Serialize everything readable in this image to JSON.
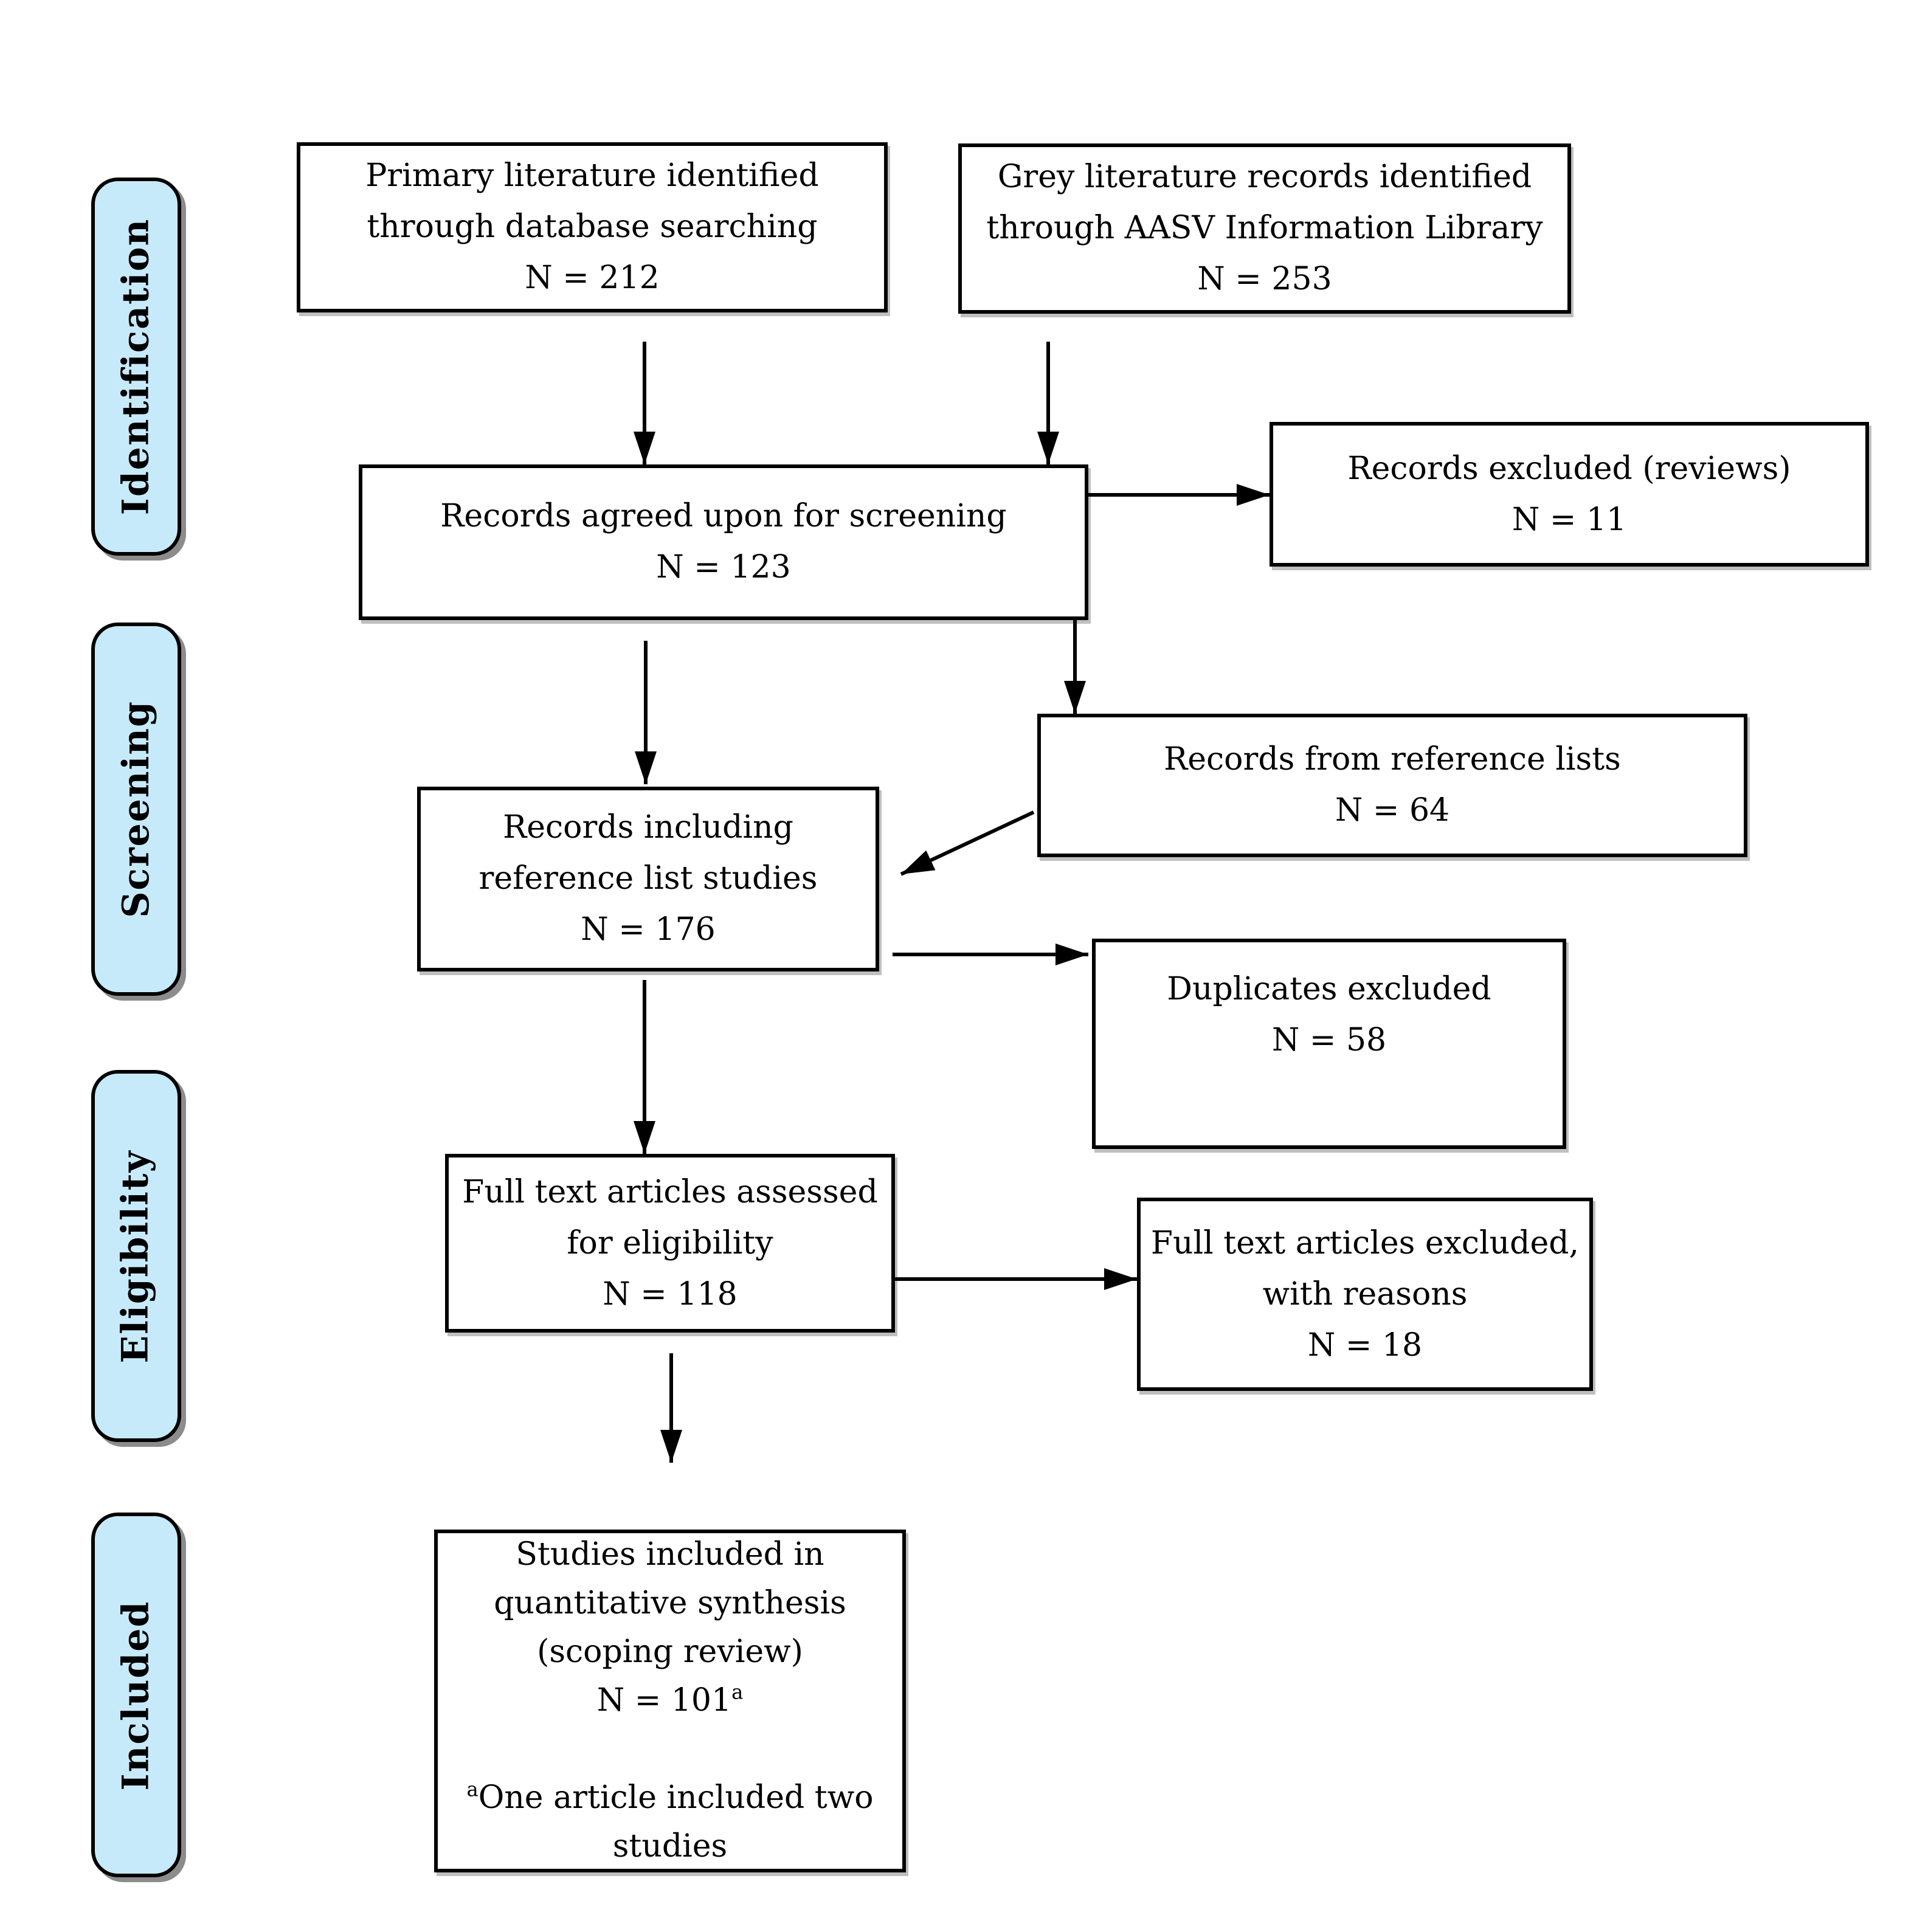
{
  "stages": [
    {
      "label": "Identification"
    },
    {
      "label": "Screening"
    },
    {
      "label": "Eligibility"
    },
    {
      "label": "Included"
    }
  ],
  "boxes": {
    "primary": {
      "lines": [
        "Primary literature identified",
        "through database searching",
        "N = 212"
      ]
    },
    "grey": {
      "lines": [
        "Grey literature records identified",
        "through AASV Information Library",
        "N = 253"
      ]
    },
    "agreed": {
      "lines": [
        "Records agreed upon for screening",
        "N = 123"
      ]
    },
    "excluded_reviews": {
      "lines": [
        "Records excluded (reviews)",
        "N = 11"
      ]
    },
    "reference_lists": {
      "lines": [
        "Records from reference lists",
        "N = 64"
      ]
    },
    "including_references": {
      "lines": [
        "Records including",
        "reference list studies",
        "N = 176"
      ]
    },
    "duplicates": {
      "lines": [
        "Duplicates excluded",
        "N = 58"
      ]
    },
    "fulltext_assessed": {
      "lines": [
        "Full text articles assessed",
        "for eligibility",
        "N = 118"
      ]
    },
    "fulltext_excluded": {
      "lines": [
        "Full text articles excluded,",
        "with reasons",
        "N = 18"
      ]
    },
    "included_studies": {
      "line1": "Studies included in",
      "line2": "quantitative synthesis",
      "line3": "(scoping review)",
      "n_label": "N = 101",
      "note_marker": "a",
      "footnote_line1": "One article included two",
      "footnote_line2": "studies"
    }
  },
  "colors": {
    "stage_fill": "#C7EAFA",
    "box_fill": "#FFFFFF",
    "border": "#000000"
  }
}
